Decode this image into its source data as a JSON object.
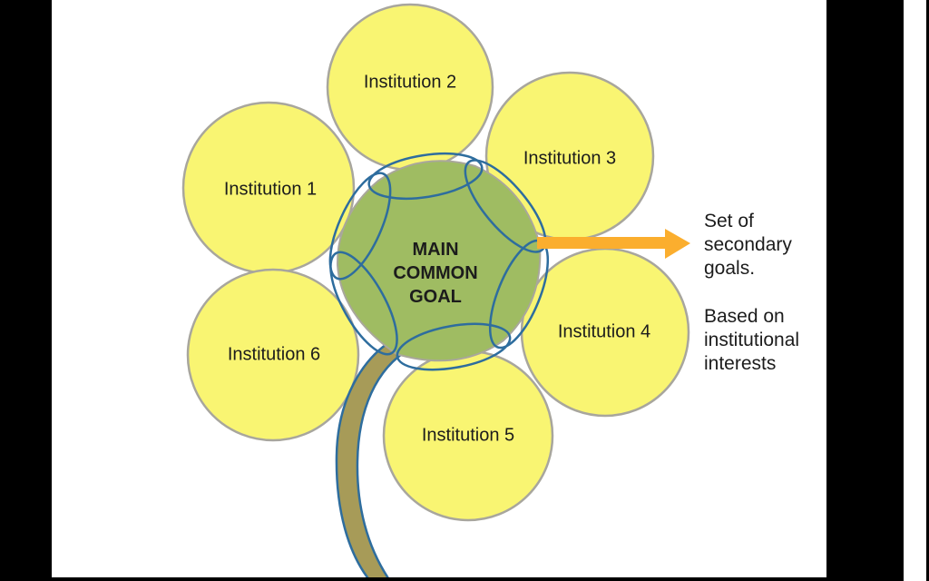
{
  "petals": [
    {
      "label": "Institution 1"
    },
    {
      "label": "Institution 2"
    },
    {
      "label": "Institution 3"
    },
    {
      "label": "Institution 4"
    },
    {
      "label": "Institution 5"
    },
    {
      "label": "Institution 6"
    }
  ],
  "center": {
    "label": "MAIN\nCOMMON\nGOAL"
  },
  "annotation": {
    "primary": "Set of\nsecondary\ngoals.",
    "secondary": "Based on\ninstitutional\ninterests"
  },
  "colors": {
    "frame": "#000000",
    "slide": "#FFFFFF",
    "petal-fill": "#F9F572",
    "petal-stroke": "#A8A69D",
    "center-fill": "#9FBC62",
    "center-stroke": "#A9A79B",
    "lens-stroke": "#2E6D9E",
    "stem-fill": "#A79B58",
    "stem-stroke": "#2E6D9E",
    "arrow-fill": "#FBAE2E",
    "text": "#1C1C1C"
  }
}
